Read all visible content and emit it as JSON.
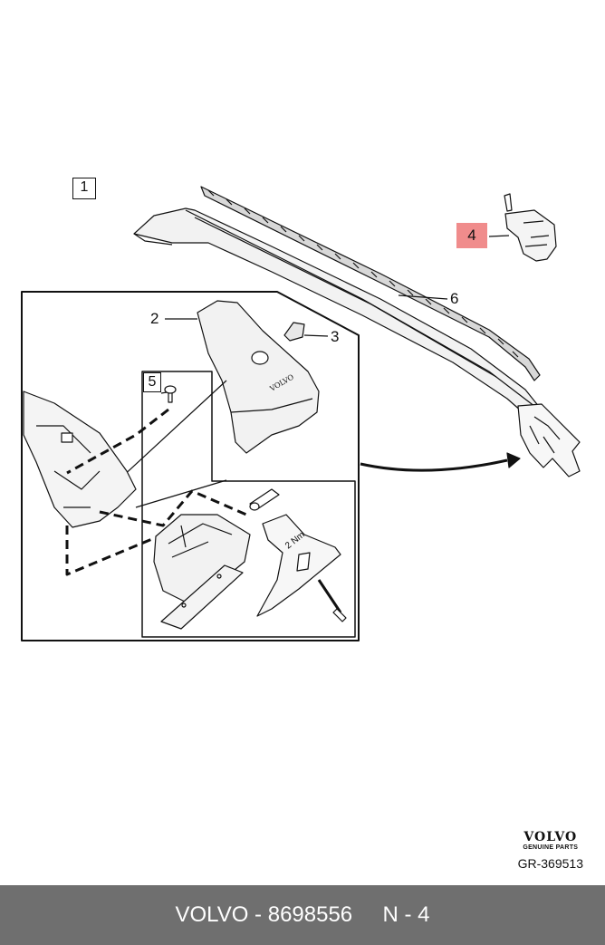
{
  "callouts": {
    "c1": "1",
    "c2": "2",
    "c3": "3",
    "c4": "4",
    "c5": "5",
    "c6": "6"
  },
  "part_labels": {
    "torque": "2 Nm",
    "brand_on_cover": "VOLVO"
  },
  "logo": {
    "brand": "VOLVO",
    "tagline": "GENUINE PARTS"
  },
  "ref_code": "GR-369513",
  "footer": {
    "brand": "VOLVO",
    "part_number": "8698556",
    "position": "N - 4"
  },
  "colors": {
    "highlight": "#f08c8c",
    "footer_bg": "#6f6f6f"
  }
}
